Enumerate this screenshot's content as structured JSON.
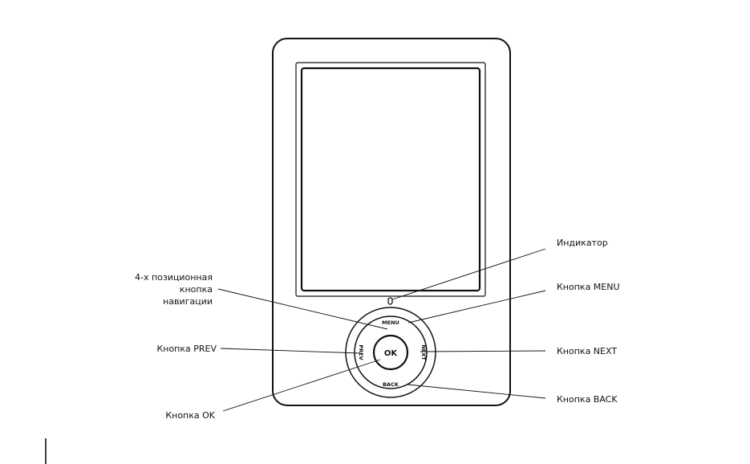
{
  "labels": {
    "indicator": "Индикатор",
    "menu": "Кнопка MENU",
    "next": "Кнопка NEXT",
    "back": "Кнопка BACK",
    "nav_line1": "4-х позиционная",
    "nav_line2": "кнопка",
    "nav_line3": "навигации",
    "prev": "Кнопка PREV",
    "ok": "Кнопка OK"
  },
  "device_buttons": {
    "ok": "OK",
    "menu": "MENU",
    "back": "BACK",
    "prev": "PREV",
    "next": "NEXT"
  }
}
